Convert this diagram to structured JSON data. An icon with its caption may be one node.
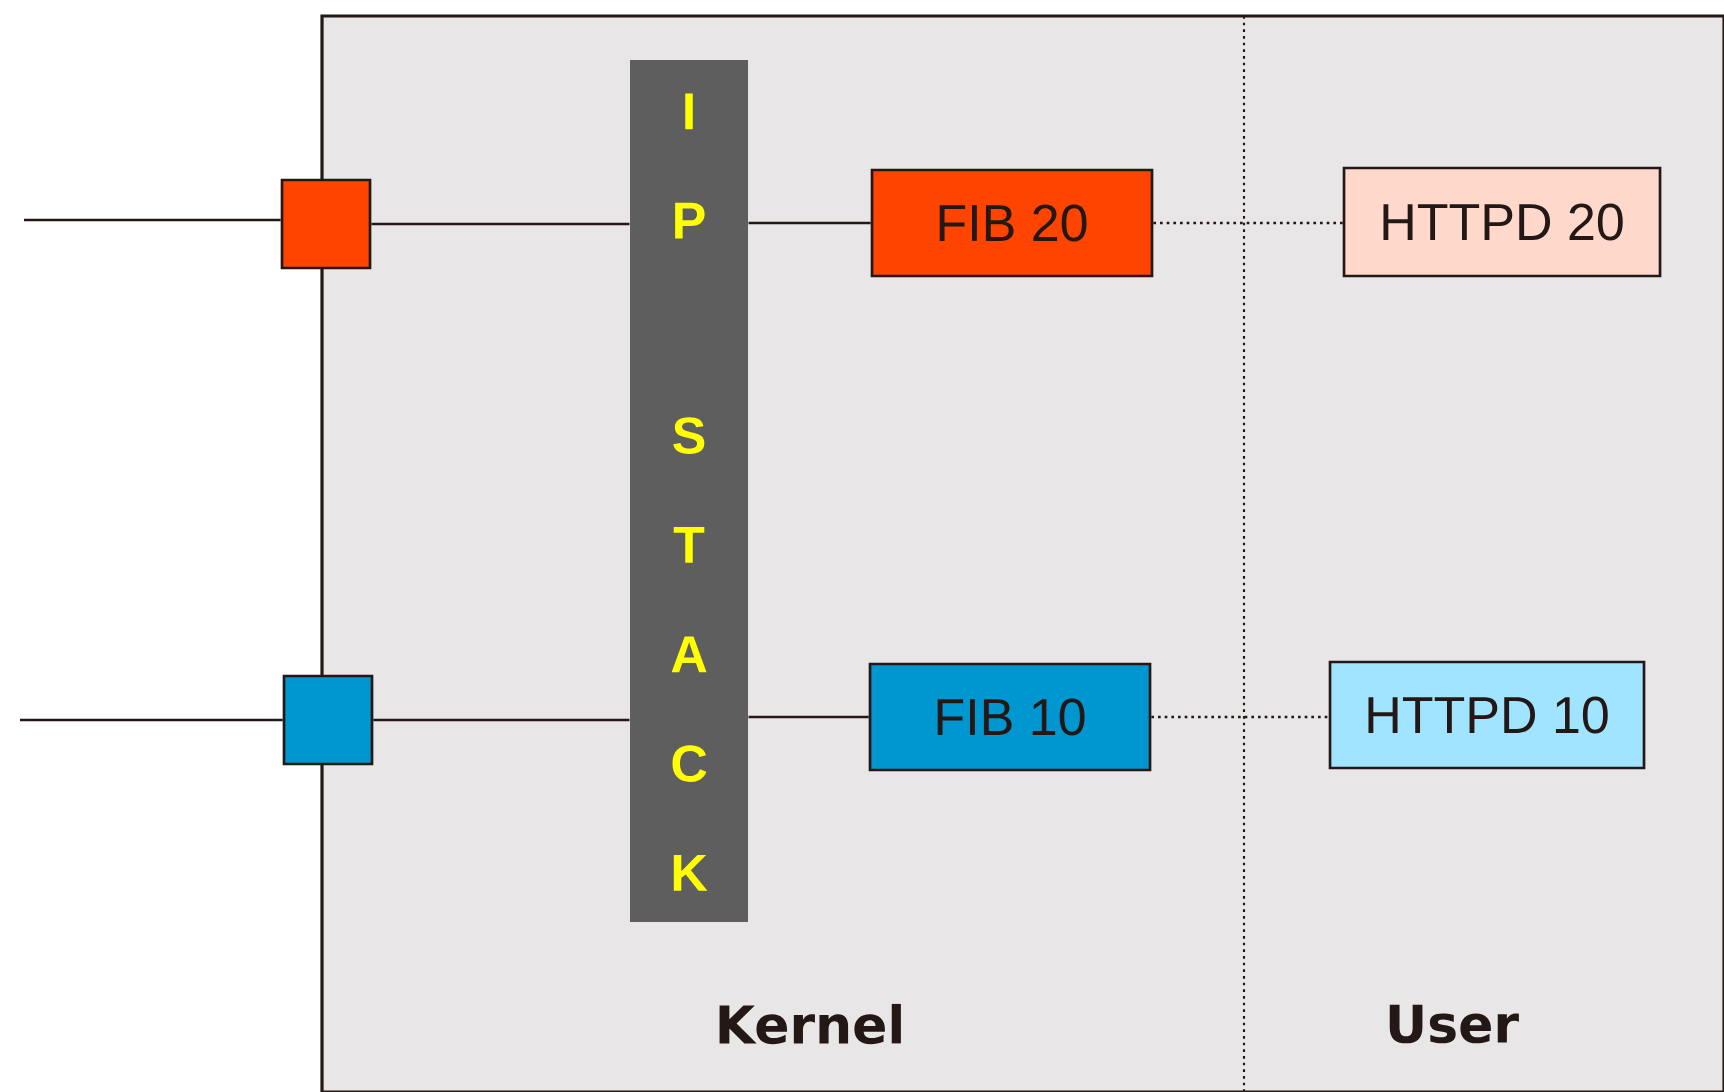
{
  "diagram": {
    "nodes": [
      {
        "text": [],
        "shape": "box"
      },
      {
        "text": [],
        "shape": "box"
      },
      {
        "text": [
          "I P",
          "S T A C K"
        ]
      },
      {
        "text": [
          "FIB 20"
        ]
      },
      {
        "text": [
          "HTTPD 20"
        ]
      },
      {
        "text": [
          "FIB 10"
        ]
      },
      {
        "text": [
          "HTTPD 10"
        ]
      }
    ],
    "edges": [
      {
        "from": null,
        "to": 0,
        "arrow": "none"
      },
      {
        "from": 0,
        "to": 2,
        "arrow": "none"
      },
      {
        "from": 2,
        "to": 3,
        "arrow": "none"
      },
      {
        "from": 3,
        "to": 4,
        "arrow": "none",
        "style": "dashed"
      },
      {
        "from": null,
        "to": 1,
        "arrow": "none"
      },
      {
        "from": 1,
        "to": 2,
        "arrow": "none"
      },
      {
        "from": 2,
        "to": 5,
        "arrow": "none"
      },
      {
        "from": 5,
        "to": 6,
        "arrow": "none",
        "style": "dashed"
      }
    ],
    "labels": [
      "Kernel",
      "User"
    ]
  }
}
